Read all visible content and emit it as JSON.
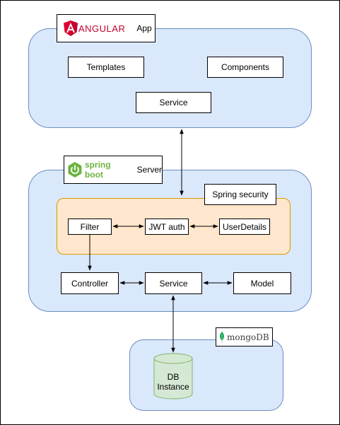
{
  "angular": {
    "logo_text": "ANGULAR",
    "label": "App",
    "templates": "Templates",
    "components": "Components",
    "service": "Service"
  },
  "spring": {
    "logo_text": "spring boot",
    "label": "Server",
    "security_label": "Spring security",
    "filter": "Filter",
    "jwt": "JWT auth",
    "userdetails": "UserDetails",
    "controller": "Controller",
    "service": "Service",
    "model": "Model"
  },
  "mongo": {
    "logo_text": "mongoDB",
    "db_line1": "DB",
    "db_line2": "Instance"
  },
  "colors": {
    "group_fill": "#dae8fc",
    "group_stroke": "#6c8ebf",
    "security_fill": "#ffe6cc",
    "security_stroke": "#d79b00",
    "db_fill": "#d5e8d4",
    "db_stroke": "#82b366",
    "angular_red": "#c3002f",
    "spring_green": "#6db33f"
  }
}
